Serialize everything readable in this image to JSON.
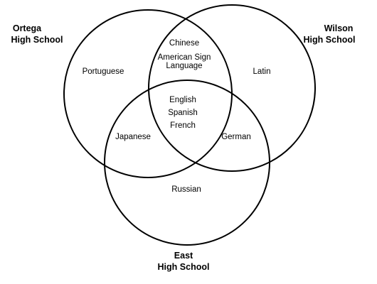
{
  "schools": {
    "ortega": [
      "Ortega",
      "High School"
    ],
    "wilson": [
      "Wilson",
      "High School"
    ],
    "east": [
      "East",
      "High School"
    ]
  },
  "regions": {
    "ortega_only": [
      "Portuguese"
    ],
    "wilson_only": [
      "Latin"
    ],
    "east_only": [
      "Russian"
    ],
    "ortega_wilson": [
      "Chinese",
      "American Sign",
      "Language"
    ],
    "ortega_east": [
      "Japanese"
    ],
    "wilson_east": [
      "German"
    ],
    "all_three": [
      "English",
      "Spanish",
      "French"
    ]
  }
}
